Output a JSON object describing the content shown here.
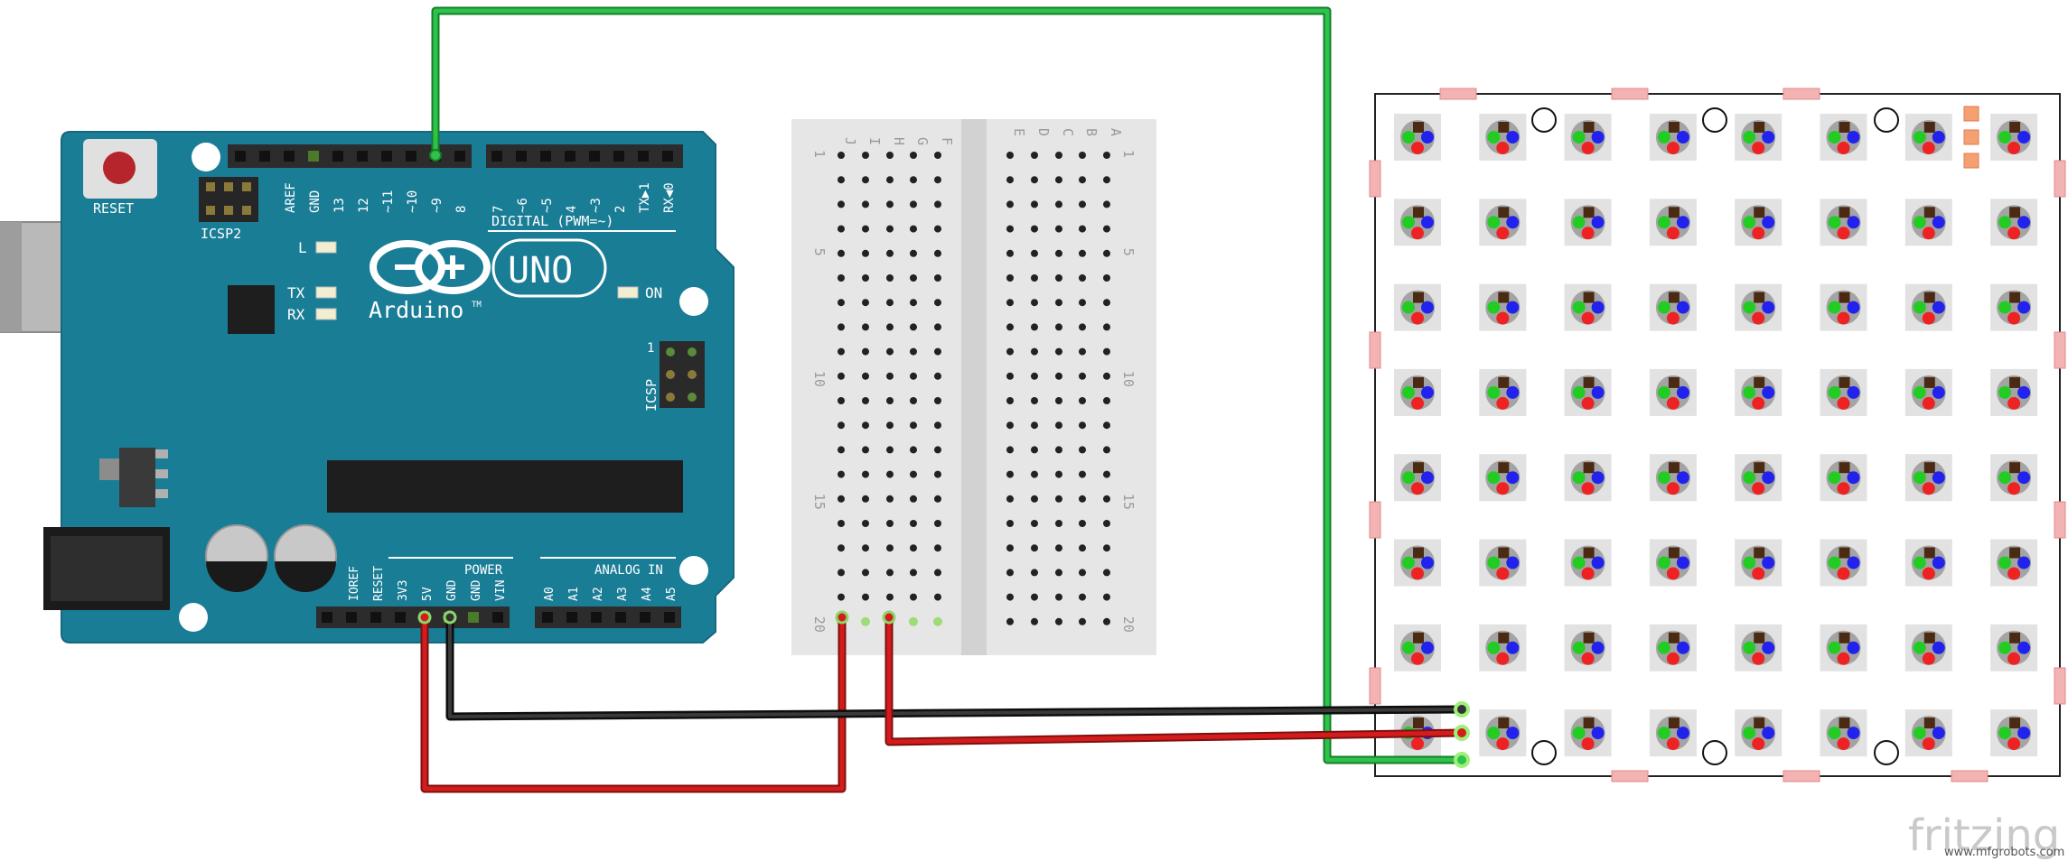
{
  "arduino": {
    "reset_label": "RESET",
    "icsp2_label": "ICSP2",
    "aref_label": "AREF",
    "gnd_label": "GND",
    "digital_pins": [
      "13",
      "12",
      "~11",
      "~10",
      "~9",
      "8",
      "7",
      "~6",
      "~5",
      "4",
      "~3",
      "2",
      "TX▶1",
      "RX◀0"
    ],
    "digital_label": "DIGITAL (PWM=~)",
    "led_l": "L",
    "led_tx": "TX",
    "led_rx": "RX",
    "logo_text": "UNO",
    "brand": "Arduino",
    "trademark": "TM",
    "on_label": "ON",
    "icsp_label": "ICSP",
    "icsp_pin1": "1",
    "power_label": "POWER",
    "power_pins": [
      "IOREF",
      "RESET",
      "3V3",
      "5V",
      "GND",
      "GND",
      "VIN"
    ],
    "analog_label": "ANALOG IN",
    "analog_pins": [
      "A0",
      "A1",
      "A2",
      "A3",
      "A4",
      "A5"
    ]
  },
  "breadboard": {
    "left_columns": [
      "J",
      "I",
      "H",
      "G",
      "F"
    ],
    "right_columns": [
      "E",
      "D",
      "C",
      "B",
      "A"
    ],
    "row_numbers": [
      "1",
      "5",
      "10",
      "15",
      "20"
    ]
  },
  "matrix": {
    "rows": 8,
    "cols": 8
  },
  "wires": {
    "green": "#2db34a",
    "red": "#c21818",
    "black": "#222222"
  },
  "colors": {
    "board": "#1a7d96",
    "header": "#2c2c2c",
    "breadboard": "#e6e6e6",
    "led_red": "#ee2222",
    "led_green": "#22cc22",
    "led_blue": "#2222ee"
  },
  "watermark": {
    "brand": "fritzing",
    "site": "www.mfgrobots.com"
  }
}
